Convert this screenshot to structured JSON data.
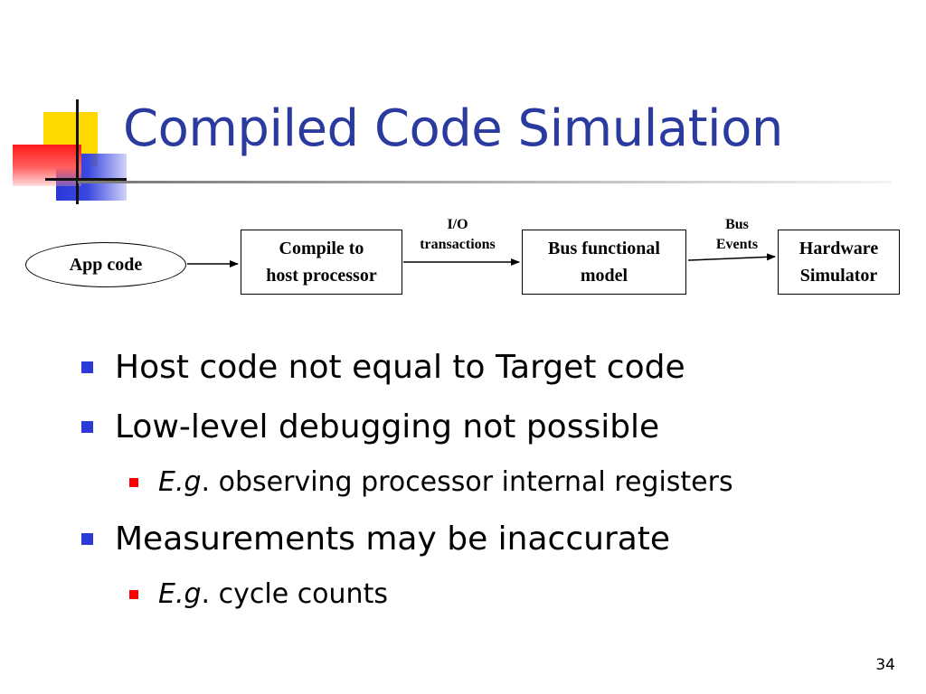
{
  "slide": {
    "title": "Compiled Code Simulation",
    "page_number": "34",
    "colors": {
      "title": "#2b3a9e",
      "bullet_level1": "#2b3ad8",
      "bullet_level2": "#ff0000",
      "logo_yellow": "#ffd800",
      "logo_blue": "#2a38d8",
      "logo_red": "#ff1a1a"
    }
  },
  "diagram": {
    "nodes": {
      "app_code": "App code",
      "compile_line1": "Compile to",
      "compile_line2": "host processor",
      "bfm_line1": "Bus functional",
      "bfm_line2": "model",
      "hw_line1": "Hardware",
      "hw_line2": "Simulator"
    },
    "edges": {
      "io_line1": "I/O",
      "io_line2": "transactions",
      "bus_line1": "Bus",
      "bus_line2": "Events"
    }
  },
  "bullets": [
    {
      "text": "Host code not equal to Target code"
    },
    {
      "text": "Low-level debugging not possible",
      "sub": {
        "prefix": "E.g",
        "rest": ". observing processor internal registers"
      }
    },
    {
      "text": "Measurements may be inaccurate",
      "sub": {
        "prefix": "E.g",
        "rest": ". cycle counts"
      }
    }
  ]
}
